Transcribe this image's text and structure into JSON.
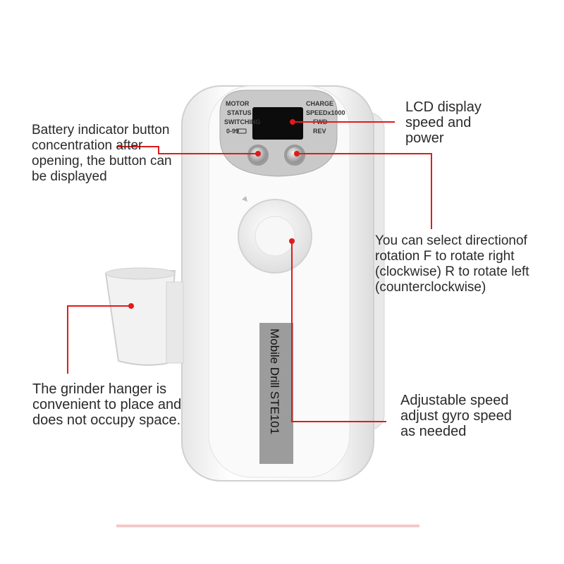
{
  "device": {
    "panel": {
      "left_title": "MOTOR",
      "left_line1": "STATUS",
      "left_line2": "SWITCHING",
      "left_line3": "0-99",
      "right_title": "CHARGE",
      "right_line1": "SPEEDx1000",
      "right_line2": "FWD",
      "right_line3": "REV"
    },
    "model_label": "Mobile Drill STE101"
  },
  "callouts": {
    "lcd": "LCD display\nspeed and\npower",
    "battery": "Battery indicator button\nconcentration after\nopening, the button can\nbe displayed",
    "direction": "You can select directionof\nrotation F to rotate right\n(clockwise) R to rotate left\n(counterclockwise)",
    "hanger": "The grinder hanger is\nconvenient to place and\ndoes not occupy space.",
    "speed": "Adjustable speed\nadjust gyro speed\nas needed"
  },
  "colors": {
    "accent": "#e01b1b",
    "device_body": "#f4f4f4",
    "panel": "#c9c9c9"
  }
}
